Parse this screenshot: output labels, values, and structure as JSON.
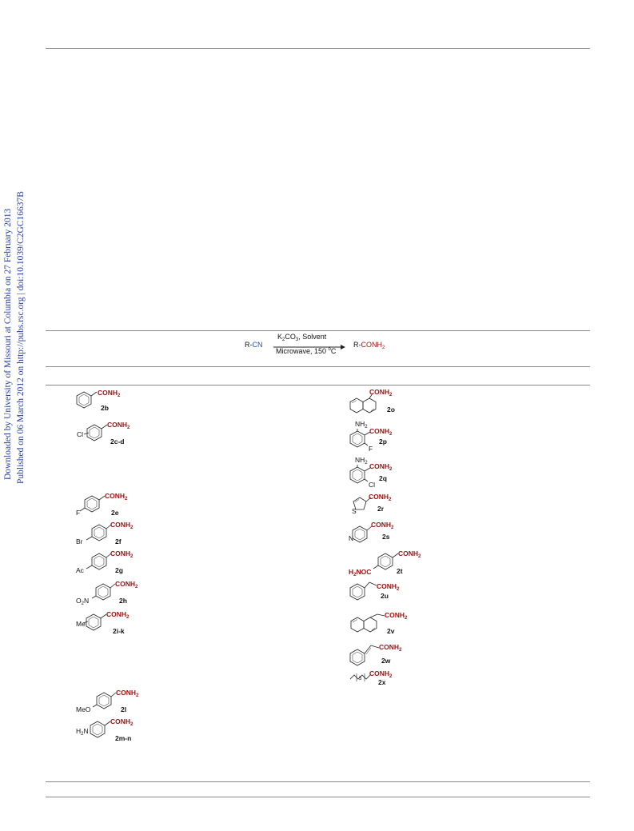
{
  "side_note": {
    "line1": "Downloaded by University of Missouri at Columbia on 27 February 2013",
    "line2": "Published on 06 March 2012 on http://pubs.rsc.org | doi:10.1039/C2GC16637B"
  },
  "scheme": {
    "reactant_prefix": "R-",
    "reactant_group": "CN",
    "product_prefix": "R-",
    "product_group": "CONH",
    "product_sub": "2",
    "reagent_a": "K",
    "reagent_a_sub": "2",
    "reagent_b": "CO",
    "reagent_b_sub": "3",
    "reagent_c": ", Solvent",
    "condition": "Microwave, 150 ",
    "condition_sup": "o",
    "condition_unit": "C"
  },
  "amide_group": {
    "text": "CONH",
    "sub": "2"
  },
  "compounds": [
    {
      "id": "2b",
      "label": "2b"
    },
    {
      "id": "2c-d",
      "label": "2c-d",
      "substituent": "Cl"
    },
    {
      "id": "2e",
      "label": "2e",
      "substituent": "F"
    },
    {
      "id": "2f",
      "label": "2f",
      "substituent": "Br"
    },
    {
      "id": "2g",
      "label": "2g",
      "substituent": "Ac"
    },
    {
      "id": "2h",
      "label": "2h",
      "substituent": "O",
      "substituent_sub": "2",
      "substituent_tail": "N"
    },
    {
      "id": "2i-k",
      "label": "2i-k",
      "substituent": "Me"
    },
    {
      "id": "2l",
      "label": "2l",
      "substituent": "MeO"
    },
    {
      "id": "2m-n",
      "label": "2m-n",
      "substituent": "H",
      "substituent_sub": "2",
      "substituent_tail": "N"
    },
    {
      "id": "2o",
      "label": "2o"
    },
    {
      "id": "2p",
      "label": "2p",
      "substituent": "NH",
      "substituent_sub": "2",
      "substituent2": "F"
    },
    {
      "id": "2q",
      "label": "2q",
      "substituent": "NH",
      "substituent_sub": "2",
      "substituent2": "Cl"
    },
    {
      "id": "2r",
      "label": "2r",
      "substituent": "S"
    },
    {
      "id": "2s",
      "label": "2s",
      "substituent": "N"
    },
    {
      "id": "2t",
      "label": "2t",
      "substituent": "H",
      "substituent_sub": "2",
      "substituent_tail": "NOC"
    },
    {
      "id": "2u",
      "label": "2u"
    },
    {
      "id": "2v",
      "label": "2v"
    },
    {
      "id": "2w",
      "label": "2w"
    },
    {
      "id": "2x",
      "label": "2x",
      "substituent_sub": "5"
    }
  ]
}
